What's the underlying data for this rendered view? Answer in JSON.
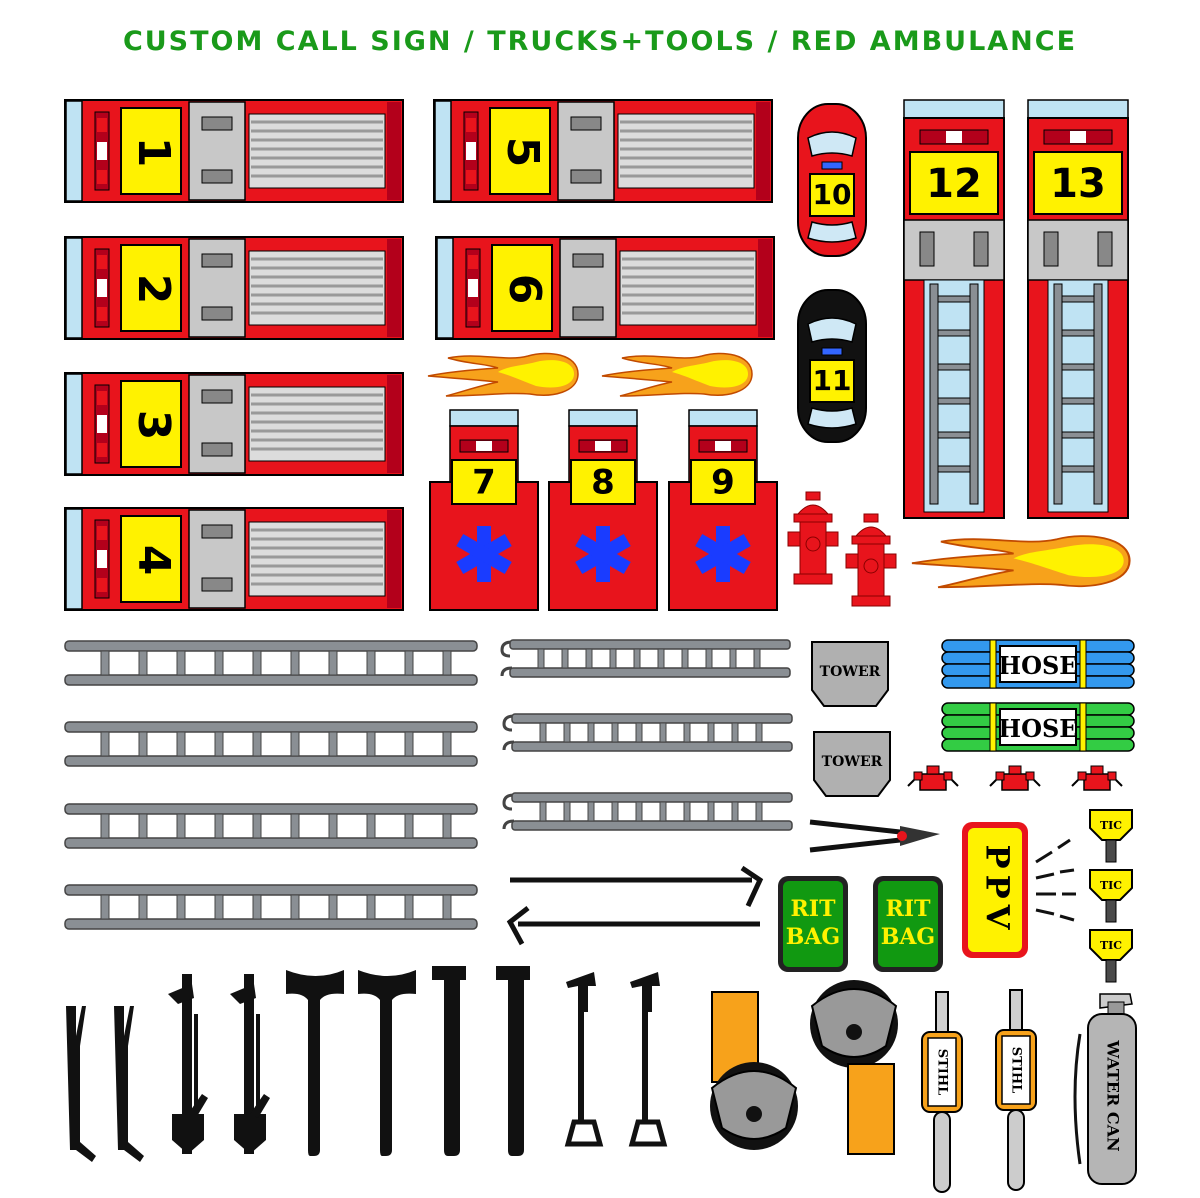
{
  "title": "CUSTOM CALL SIGN / TRUCKS+TOOLS / RED AMBULANCE",
  "colors": {
    "title_green": "#1a9a1a",
    "truck_red": "#e8141c",
    "dark_red": "#b3001b",
    "yellow": "#fff200",
    "light_blue": "#bfe3f3",
    "steel_gray": "#c8c8c8",
    "ladder_gray": "#8a8f94",
    "star_blue": "#1a3cff",
    "hose_blue": "#3399ee",
    "hose_green": "#33cc44",
    "rit_green": "#119911",
    "saw_orange": "#f7a21b"
  },
  "engines": {
    "left": [
      "1",
      "2",
      "3",
      "4"
    ],
    "right": [
      "5",
      "6"
    ]
  },
  "ambulances": [
    "7",
    "8",
    "9"
  ],
  "cars": [
    {
      "number": "10",
      "color": "red"
    },
    {
      "number": "11",
      "color": "black"
    }
  ],
  "ladder_trucks": [
    "12",
    "13"
  ],
  "tool_labels": {
    "tower": "TOWER",
    "hose": "HOSE",
    "rit_line1": "RIT",
    "rit_line2": "BAG",
    "ppv": "PPV",
    "tic": "TIC",
    "stihl": "STIHL",
    "water_can": "WATER CAN"
  },
  "icons": [
    "fireball-icon",
    "hydrant-icon",
    "ladder-icon",
    "bolt-cutter-icon",
    "halligan-icon",
    "axe-icon",
    "pike-pole-icon",
    "circular-saw-icon",
    "chainsaw-icon",
    "fire-extinguisher-icon",
    "star-of-life-icon"
  ]
}
